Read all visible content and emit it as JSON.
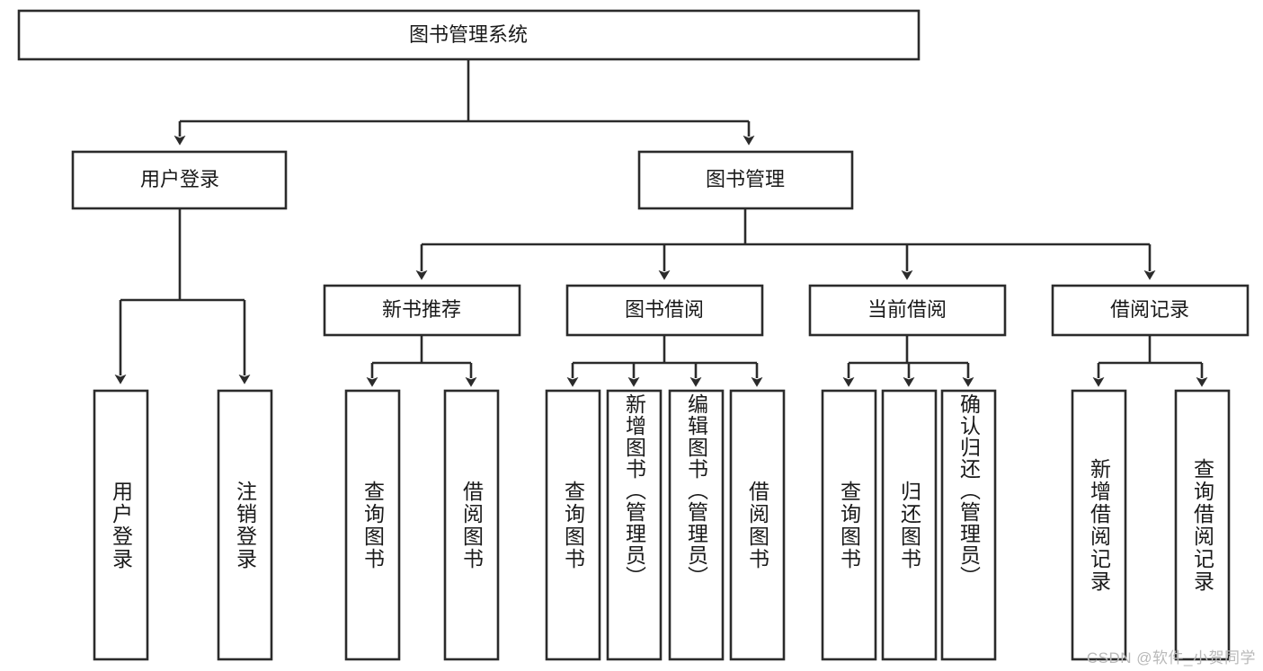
{
  "diagram": {
    "type": "tree-hierarchy",
    "title": "图书管理系统",
    "watermark": "CSDN @软件_小贺同学",
    "colors": {
      "box_stroke": "#2b2b2b",
      "box_fill": "#ffffff",
      "text": "#1a1a1a",
      "background": "#ffffff",
      "watermark": "#b9b9b9"
    },
    "levels": {
      "root": {
        "label": "图书管理系统"
      },
      "level1": [
        {
          "label": "用户登录"
        },
        {
          "label": "图书管理"
        }
      ],
      "level2": [
        {
          "label": "新书推荐"
        },
        {
          "label": "图书借阅"
        },
        {
          "label": "当前借阅"
        },
        {
          "label": "借阅记录"
        }
      ],
      "leaves_user_login": [
        {
          "label": "用户登录"
        },
        {
          "label": "注销登录"
        }
      ],
      "leaves_new_books": [
        {
          "label": "查询图书"
        },
        {
          "label": "借阅图书"
        }
      ],
      "leaves_book_borrow": [
        {
          "label": "查询图书"
        },
        {
          "label": "新增图书（管理员）"
        },
        {
          "label": "编辑图书（管理员）"
        },
        {
          "label": "借阅图书"
        }
      ],
      "leaves_current_borrow": [
        {
          "label": "查询图书"
        },
        {
          "label": "归还图书"
        },
        {
          "label": "确认归还（管理员）"
        }
      ],
      "leaves_borrow_records": [
        {
          "label": "新增借阅记录"
        },
        {
          "label": "查询借阅记录"
        }
      ]
    }
  }
}
